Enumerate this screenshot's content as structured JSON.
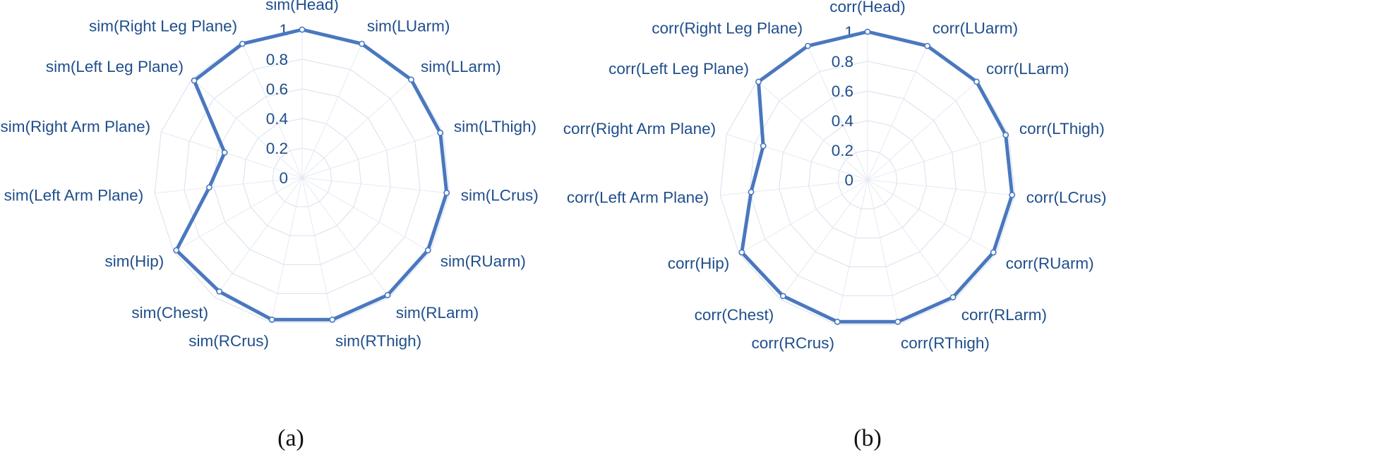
{
  "colors": {
    "series": "#4a78bf",
    "text": "#1f4e8c",
    "grid": "#d6e0ee"
  },
  "chart_data": [
    {
      "type": "radar",
      "caption": "(a)",
      "rlim": [
        0,
        1
      ],
      "ticks": [
        "0",
        "0.2",
        "0.4",
        "0.6",
        "0.8",
        "1"
      ],
      "categories": [
        "sim(Head)",
        "sim(LUarm)",
        "sim(LLarm)",
        "sim(LThigh)",
        "sim(LCrus)",
        "sim(RUarm)",
        "sim(RLarm)",
        "sim(RThigh)",
        "sim(RCrus)",
        "sim(Chest)",
        "sim(Hip)",
        "sim(Left Arm Plane)",
        "sim(Right Arm Plane)",
        "sim(Left Leg Plane)",
        "sim(Right Leg Plane)"
      ],
      "series": [
        {
          "values": [
            1.0,
            0.99,
            0.99,
            0.98,
            0.98,
            0.98,
            0.98,
            0.98,
            0.98,
            0.95,
            0.98,
            0.63,
            0.55,
            0.98,
            0.99
          ]
        }
      ],
      "grid": true,
      "legend": "none"
    },
    {
      "type": "radar",
      "caption": "(b)",
      "rlim": [
        0,
        1
      ],
      "ticks": [
        "0",
        "0.2",
        "0.4",
        "0.6",
        "0.8",
        "1"
      ],
      "categories": [
        "corr(Head)",
        "corr(LUarm)",
        "corr(LLarm)",
        "corr(LThigh)",
        "corr(LCrus)",
        "corr(RUarm)",
        "corr(RLarm)",
        "corr(RThigh)",
        "corr(RCrus)",
        "corr(Chest)",
        "corr(Hip)",
        "corr(Left Arm Plane)",
        "corr(Right Arm Plane)",
        "corr(Left Leg Plane)",
        "corr(Right Leg Plane)"
      ],
      "series": [
        {
          "values": [
            1.0,
            0.99,
            0.99,
            0.98,
            0.98,
            0.98,
            0.98,
            0.98,
            0.98,
            0.97,
            0.98,
            0.79,
            0.74,
            0.99,
            0.99
          ]
        }
      ],
      "grid": true,
      "legend": "none"
    }
  ]
}
